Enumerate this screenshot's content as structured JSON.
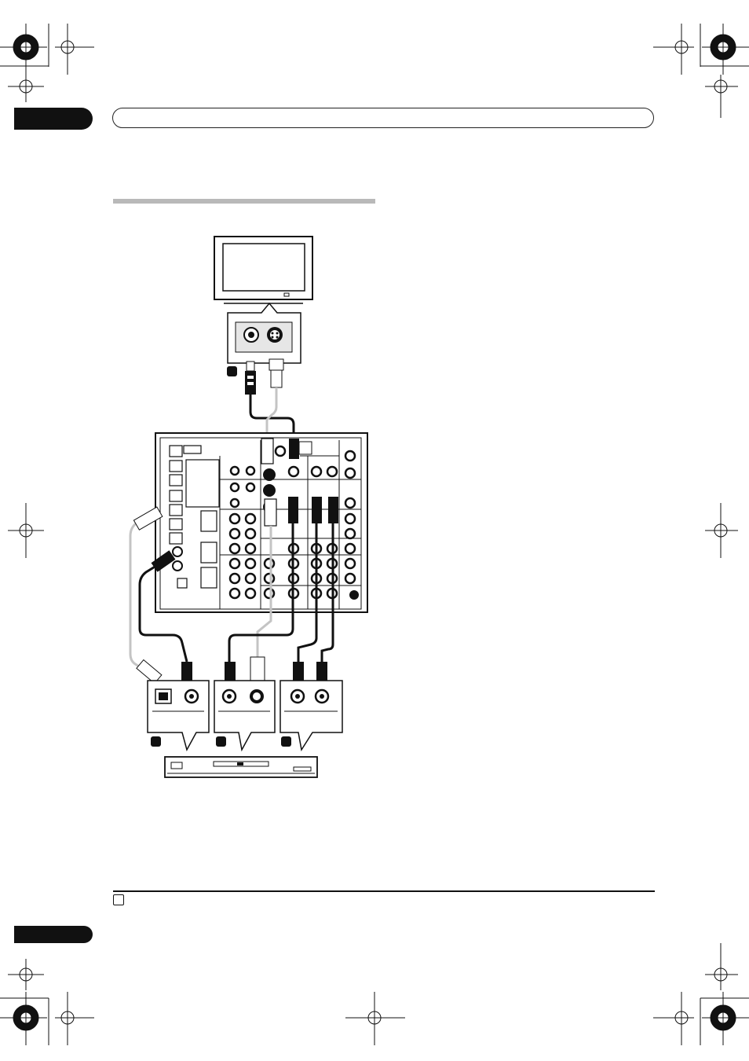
{
  "header": {
    "chapter_label": "",
    "title": ""
  },
  "section": {
    "heading": ""
  },
  "diagram": {
    "devices": [
      "tv",
      "av-receiver",
      "dvd-player"
    ],
    "step_markers": [
      "",
      "",
      "",
      ""
    ]
  },
  "footer": {
    "note_text": "",
    "page_number": ""
  },
  "colors": {
    "ink": "#111111",
    "section_rule": "#b9b9b9",
    "light_cable": "#c4c4c4"
  }
}
